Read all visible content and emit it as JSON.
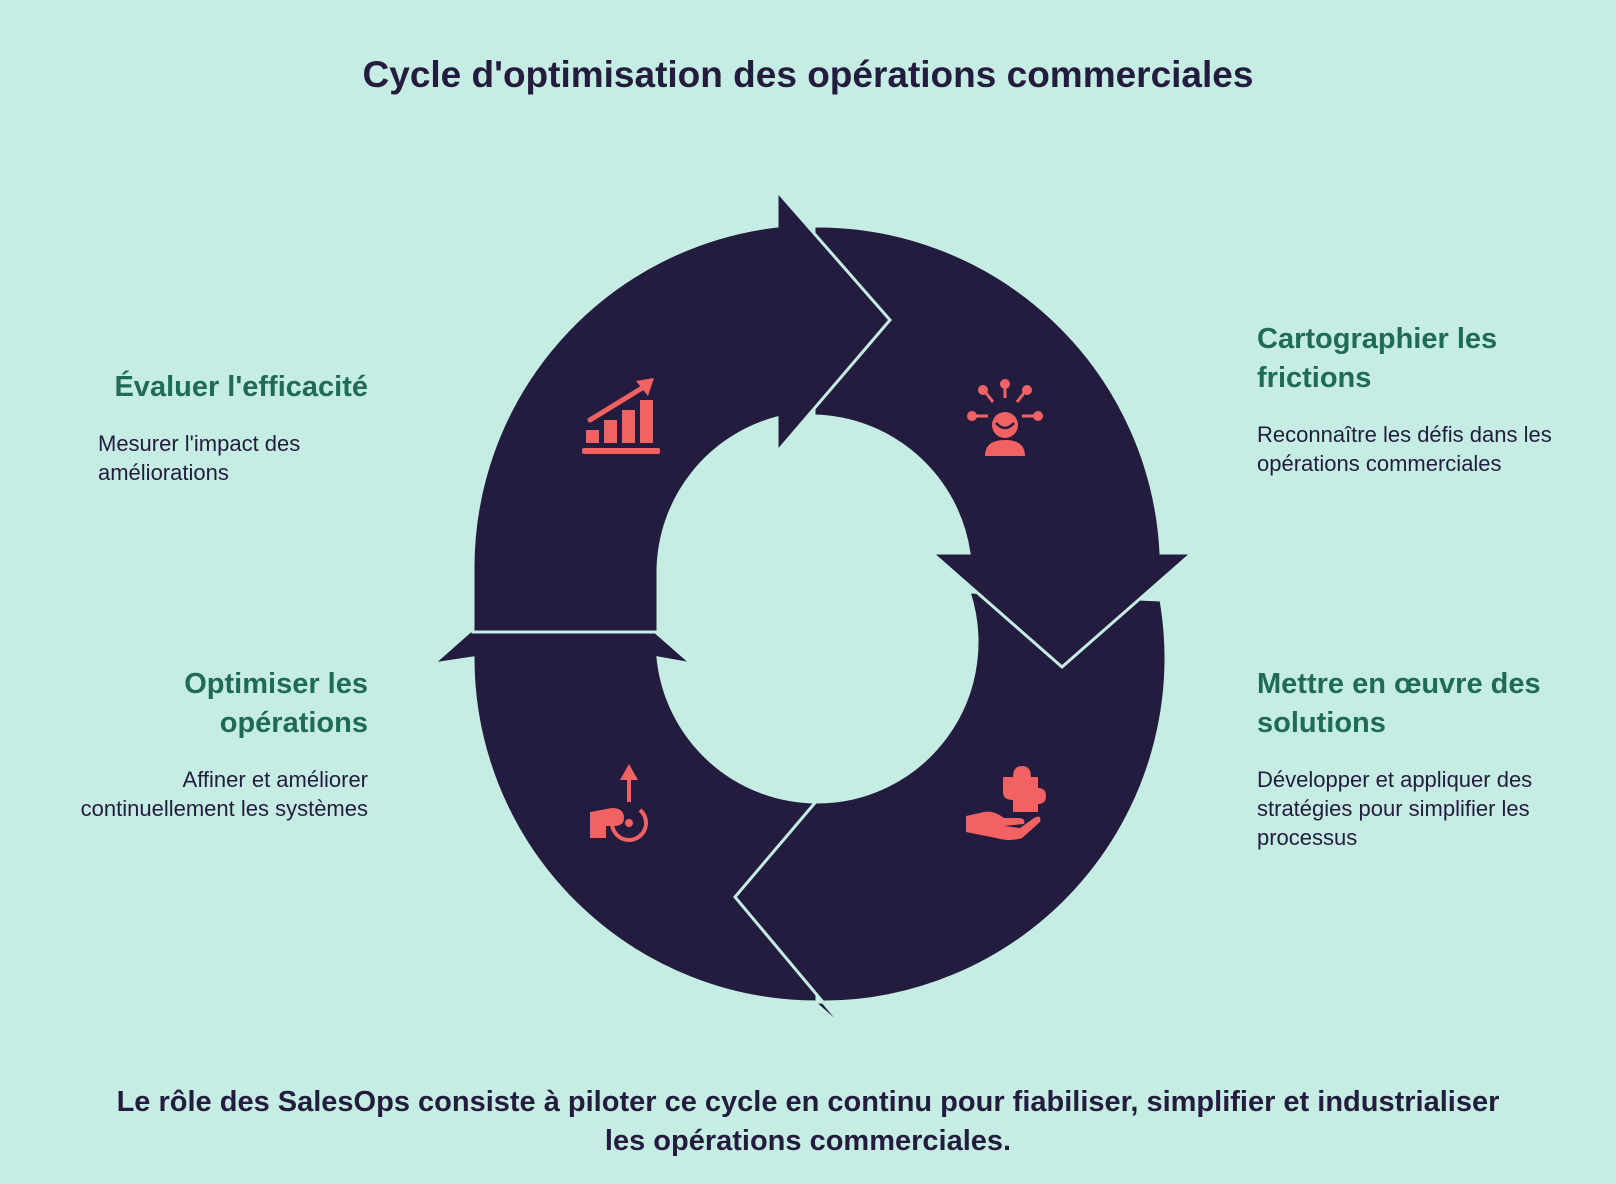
{
  "title": "Cycle d'optimisation des opérations commerciales",
  "colors": {
    "background": "#c5ede3",
    "ring": "#241c3f",
    "icon": "#f26262",
    "heading": "#1f6b55",
    "text": "#241c3f"
  },
  "steps": [
    {
      "title": "Cartographier les frictions",
      "description": "Reconnaître les défis dans les opérations commerciales",
      "icon": "idea-person-icon"
    },
    {
      "title": "Mettre en œuvre des solutions",
      "description": "Développer et appliquer des stratégies pour simplifier les processus",
      "icon": "puzzle-hand-icon"
    },
    {
      "title": "Optimiser les opérations",
      "description": "Affiner et améliorer continuellement les systèmes",
      "icon": "hand-arrow-up-icon"
    },
    {
      "title": "Évaluer l'efficacité",
      "description": "Mesurer l'impact des améliorations",
      "icon": "bar-chart-growth-icon"
    }
  ],
  "footer": "Le rôle des SalesOps consiste à piloter ce cycle en continu pour fiabiliser, simplifier et industrialiser les opérations commerciales."
}
